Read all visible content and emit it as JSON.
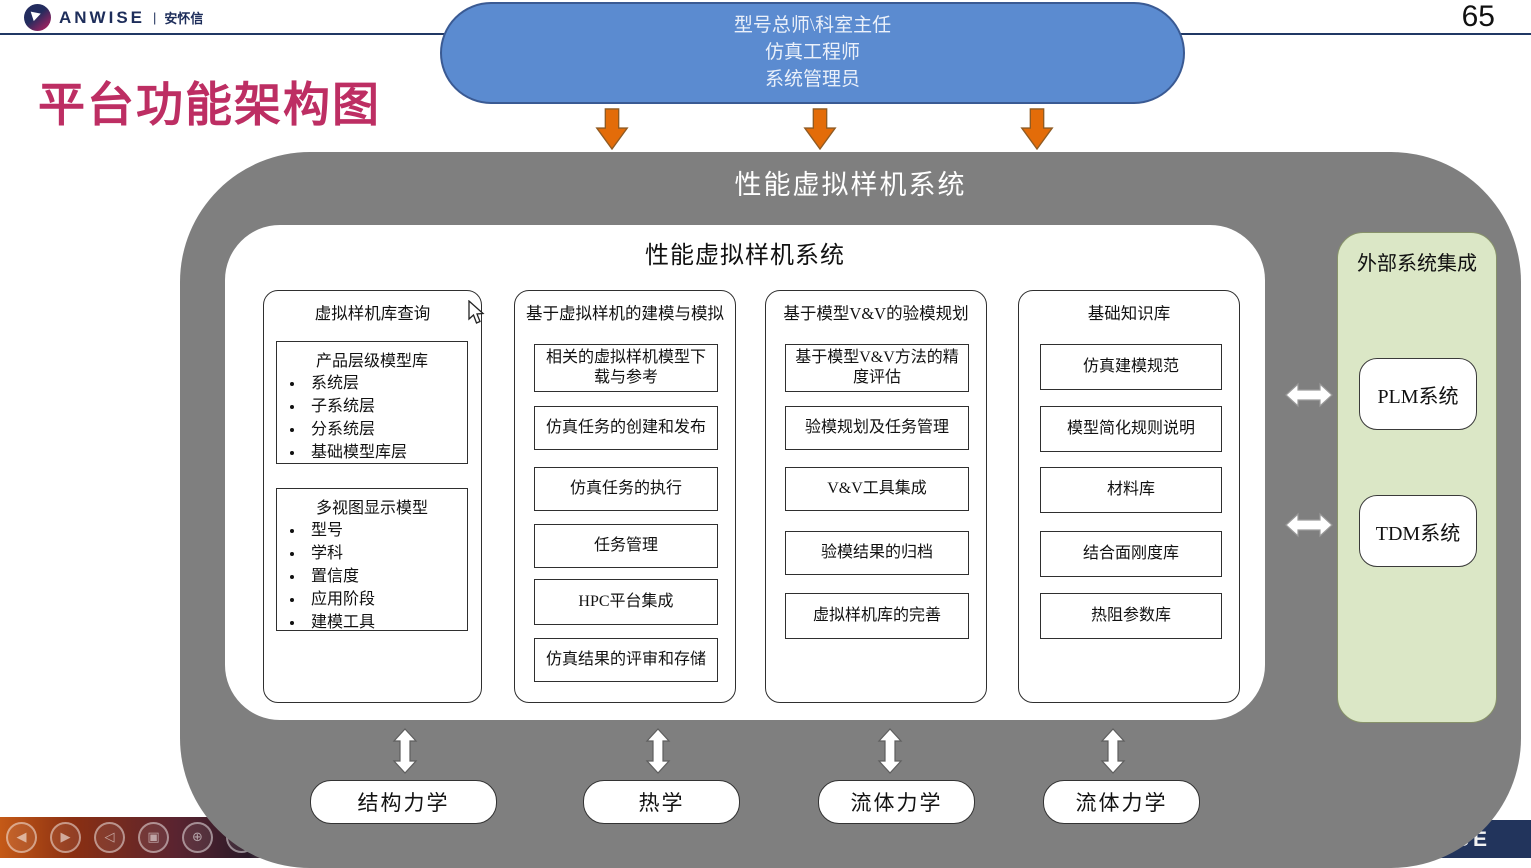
{
  "header": {
    "logo_en": "ANWISE",
    "logo_sep": "|",
    "logo_cn": "安怀信",
    "page_number": "65",
    "title": "平台功能架构图"
  },
  "actors": {
    "lines": [
      "型号总师\\科室主任",
      "仿真工程师",
      "系统管理员"
    ]
  },
  "system": {
    "outer_title": "性能虚拟样机系统",
    "inner_title": "性能虚拟样机系统",
    "columns": [
      {
        "title": "虚拟样机库查询",
        "groups": [
          {
            "title": "产品层级模型库",
            "bullets": [
              "系统层",
              "子系统层",
              "分系统层",
              "基础模型库层"
            ]
          },
          {
            "title": "多视图显示模型",
            "bullets": [
              "型号",
              "学科",
              "置信度",
              "应用阶段",
              "建模工具"
            ]
          }
        ]
      },
      {
        "title": "基于虚拟样机的建模与模拟",
        "items": [
          "相关的虚拟样机模型下载与参考",
          "仿真任务的创建和发布",
          "仿真任务的执行",
          "任务管理",
          "HPC平台集成",
          "仿真结果的评审和存储"
        ]
      },
      {
        "title": "基于模型V&V的验模规划",
        "items": [
          "基于模型V&V方法的精度评估",
          "验模规划及任务管理",
          "V&V工具集成",
          "验模结果的归档",
          "虚拟样机库的完善"
        ]
      },
      {
        "title": "基础知识库",
        "items": [
          "仿真建模规范",
          "模型简化规则说明",
          "材料库",
          "结合面刚度库",
          "热阻参数库"
        ]
      }
    ]
  },
  "external": {
    "title": "外部系统集成",
    "systems": [
      "PLM系统",
      "TDM系统"
    ]
  },
  "solvers": [
    "结构力学",
    "热学",
    "流体力学",
    "流体力学"
  ],
  "footer": {
    "partial_brand": "SE",
    "control_glyphs": [
      "◀",
      "▶",
      "◁",
      "▣",
      "⊕",
      "∨"
    ]
  },
  "colors": {
    "title_accent": "#bd2e63",
    "actor_fill": "#5b8bd0",
    "arrow_orange": "#e36c09",
    "container_gray": "#7f7f7f",
    "external_fill": "#dbe7c6",
    "header_navy": "#203864",
    "footer_navy": "#22345c",
    "footer_magenta": "#d5176e"
  }
}
